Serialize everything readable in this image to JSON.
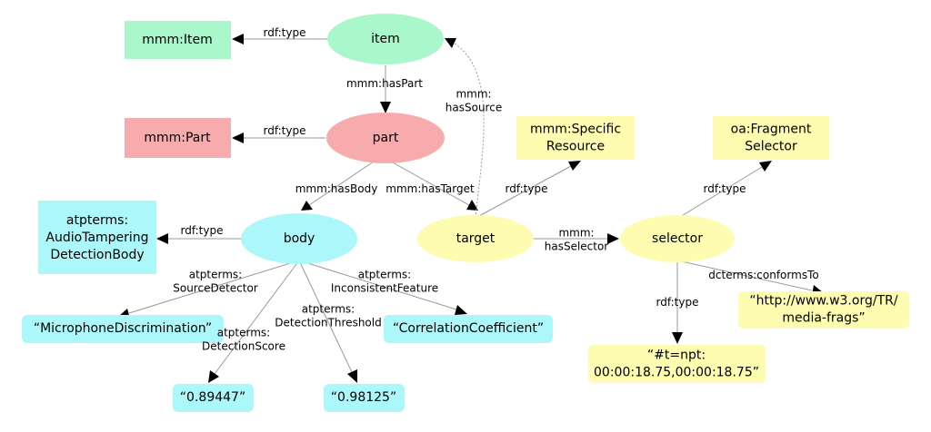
{
  "colors": {
    "item_fill": "#aaf7cc",
    "part_fill": "#f8abac",
    "body_fill": "#abf7fa",
    "target_fill": "#fdfcb1",
    "literal_cyan": "#abf7fa",
    "literal_yellow": "#fdfcb1",
    "edge": "#999999",
    "arrowhead": "#000000"
  },
  "nodes": {
    "item": {
      "label": [
        "item"
      ]
    },
    "mmm_item": {
      "label": [
        "mmm:Item"
      ]
    },
    "part": {
      "label": [
        "part"
      ]
    },
    "mmm_part": {
      "label": [
        "mmm:Part"
      ]
    },
    "body": {
      "label": [
        "body"
      ]
    },
    "body_type": {
      "label": [
        "atpterms:",
        "AudioTampering",
        "DetectionBody"
      ]
    },
    "target": {
      "label": [
        "target"
      ]
    },
    "specific_resource": {
      "label": [
        "mmm:Specific",
        "Resource"
      ]
    },
    "selector": {
      "label": [
        "selector"
      ]
    },
    "fragment_selector": {
      "label": [
        "oa:Fragment",
        "Selector"
      ]
    },
    "mic_disc": {
      "label": [
        "“MicrophoneDiscrimination”"
      ]
    },
    "corr_coef": {
      "label": [
        "“CorrelationCoefficient”"
      ]
    },
    "score": {
      "label": [
        "“0.89447”"
      ]
    },
    "threshold": {
      "label": [
        "“0.98125”"
      ]
    },
    "media_frags": {
      "label": [
        "“http://www.w3.org/TR/",
        "media-frags”"
      ]
    },
    "npt": {
      "label": [
        "“#t=npt:",
        "00:00:18.75,00:00:18.75”"
      ]
    }
  },
  "edges": {
    "item_type": {
      "label": [
        "rdf:type"
      ]
    },
    "has_part": {
      "label": [
        "mmm:hasPart"
      ]
    },
    "part_type": {
      "label": [
        "rdf:type"
      ]
    },
    "has_body": {
      "label": [
        "mmm:hasBody"
      ]
    },
    "has_target": {
      "label": [
        "mmm:hasTarget"
      ]
    },
    "has_source": {
      "label": [
        "mmm:",
        "hasSource"
      ]
    },
    "body_type": {
      "label": [
        "rdf:type"
      ]
    },
    "target_type": {
      "label": [
        "rdf:type"
      ]
    },
    "has_selector": {
      "label": [
        "mmm:",
        "hasSelector"
      ]
    },
    "selector_type": {
      "label": [
        "rdf:type"
      ]
    },
    "source_detector": {
      "label": [
        "atpterms:",
        "SourceDetector"
      ]
    },
    "detection_score": {
      "label": [
        "atpterms:",
        "DetectionScore"
      ]
    },
    "detection_threshold": {
      "label": [
        "atpterms:",
        "DetectionThreshold"
      ]
    },
    "inconsistent_feature": {
      "label": [
        "atpterms:",
        "InconsistentFeature"
      ]
    },
    "conforms_to": {
      "label": [
        "dcterms:conformsTo"
      ]
    },
    "selector_value": {
      "label": [
        "rdf:type"
      ]
    }
  }
}
